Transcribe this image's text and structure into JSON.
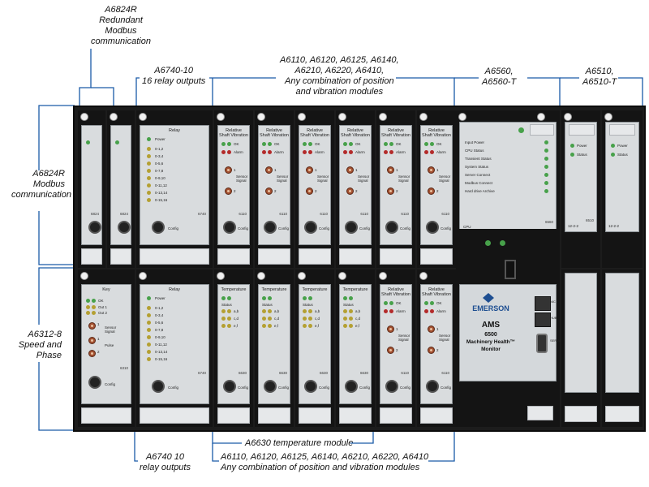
{
  "callouts": {
    "a6824r_redundant": "A6824R\nRedundant\nModbus\ncommunication",
    "a6740_top": "A6740-10\n16 relay outputs",
    "vibration_top": "A6110, A6120, A6125, A6140,\nA6210, A6220, A6410,\nAny combination of position\nand vibration modules",
    "a6560": "A6560,\nA6560-T",
    "a6510": "A6510,\nA6510-T",
    "a6824r_modbus": "A6824R\nModbus\ncommunication",
    "a6312": "A6312-8\nSpeed and\nPhase",
    "a6630_bottom": "A6630 temperature module",
    "a6740_bottom": "A6740 10\nrelay outputs",
    "vibration_bottom": "A6110, A6120, A6125, A6140, A6210, A6220, A6410\nAny combination of position and vibration modules"
  },
  "top_row": {
    "modbus1": {
      "number": "6824"
    },
    "modbus2": {
      "number": "6824"
    },
    "relay": {
      "title": "Relay",
      "power": "Power",
      "channels": [
        "0-1,2",
        "0-3,4",
        "0-5,6",
        "0-7,8",
        "0-9,10",
        "0-11,12",
        "0-13,14",
        "0-15,16"
      ],
      "config": "Config",
      "number": "6740"
    },
    "vibration_modules": [
      {
        "title": "Relative\nShaft Vibration",
        "ok": "OK",
        "alarm": "Alarm",
        "signal": "Sensor\nSignal",
        "ch1": "1",
        "ch2": "2",
        "config": "Config",
        "number": "6110"
      },
      {
        "title": "Relative\nShaft Vibration",
        "ok": "OK",
        "alarm": "Alarm",
        "signal": "Sensor\nSignal",
        "ch1": "1",
        "ch2": "2",
        "config": "Config",
        "number": "6110"
      },
      {
        "title": "Relative\nShaft Vibration",
        "ok": "OK",
        "alarm": "Alarm",
        "signal": "Sensor\nSignal",
        "ch1": "1",
        "ch2": "2",
        "config": "Config",
        "number": "6110"
      },
      {
        "title": "Relative\nShaft Vibration",
        "ok": "OK",
        "alarm": "Alarm",
        "signal": "Sensor\nSignal",
        "ch1": "1",
        "ch2": "2",
        "config": "Config",
        "number": "6110"
      },
      {
        "title": "Relative\nShaft Vibration",
        "ok": "OK",
        "alarm": "Alarm",
        "signal": "Sensor\nSignal",
        "ch1": "1",
        "ch2": "2",
        "config": "Config",
        "number": "6110"
      },
      {
        "title": "Relative\nShaft Vibration",
        "ok": "OK",
        "alarm": "Alarm",
        "signal": "Sensor\nSignal",
        "ch1": "1",
        "ch2": "2",
        "config": "Config",
        "number": "6110"
      }
    ],
    "cpu": {
      "status_items": [
        "Input Power",
        "CPU Status",
        "Transient Status",
        "System Status",
        "Server Connect",
        "Modbus Connect",
        "Hard drive Archive"
      ],
      "label": "CPU",
      "number": "6560"
    },
    "power_supplies": [
      {
        "power": "Power",
        "status": "Status",
        "code": "12-2-2",
        "number": "6510"
      },
      {
        "power": "Power",
        "status": "Status",
        "code": "12-2-2",
        "number": ""
      }
    ]
  },
  "bottom_row": {
    "key": {
      "title": "Key",
      "ok": "OK",
      "out1": "Out 1",
      "out2": "Out 2",
      "signal": "Sensor\nSignal",
      "pulse": "Pulse",
      "ch1": "1",
      "ch2": "2",
      "config": "Config",
      "number": "6310"
    },
    "relay": {
      "title": "Relay",
      "power": "Power",
      "channels": [
        "0-1,2",
        "0-3,4",
        "0-5,6",
        "0-7,8",
        "0-9,10",
        "0-11,12",
        "0-13,14",
        "0-15,16"
      ],
      "config": "Config",
      "number": "6740"
    },
    "temperature_modules": [
      {
        "title": "Temperature",
        "status": "Status",
        "ch": [
          "a,b",
          "c,d",
          "e,f"
        ],
        "config": "Config",
        "number": "6630"
      },
      {
        "title": "Temperature",
        "status": "Status",
        "ch": [
          "a,b",
          "c,d",
          "e,f"
        ],
        "config": "Config",
        "number": "6630"
      },
      {
        "title": "Temperature",
        "status": "Status",
        "ch": [
          "a,b",
          "c,d",
          "e,f"
        ],
        "config": "Config",
        "number": "6630"
      },
      {
        "title": "Temperature",
        "status": "Status",
        "ch": [
          "a,b",
          "c,d",
          "e,f"
        ],
        "config": "Config",
        "number": "6630"
      }
    ],
    "vibration_modules": [
      {
        "title": "Relative\nShaft Vibration",
        "ok": "OK",
        "alarm": "Alarm",
        "signal": "Sensor\nSignal",
        "ch1": "1",
        "ch2": "2",
        "config": "Config",
        "number": "6110"
      },
      {
        "title": "Relative\nShaft Vibration",
        "ok": "OK",
        "alarm": "Alarm",
        "signal": "Sensor\nSignal",
        "ch1": "1",
        "ch2": "2",
        "config": "Config",
        "number": "6110"
      }
    ],
    "monitor": {
      "brand": "EMERSON",
      "product": "AMS",
      "model": "6500",
      "line1": "Machinery Health™",
      "line2": "Monitor",
      "port1": "NIC",
      "port2": "HUB",
      "port3": "SERIAL"
    }
  },
  "colors": {
    "led_green": "#47a14a",
    "led_red": "#b32a2a",
    "led_yellow": "#b4a032",
    "chassis": "#1c1c1c",
    "faceplate": "#d9dcde",
    "emerson_blue": "#1d4e91"
  }
}
